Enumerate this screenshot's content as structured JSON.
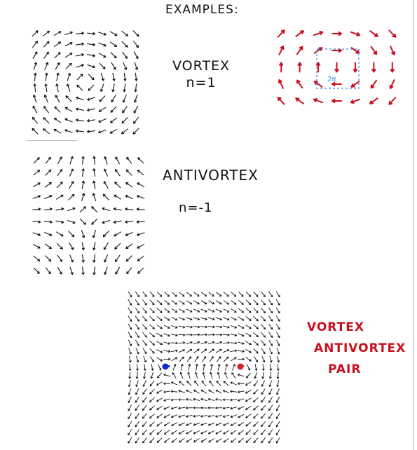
{
  "header": {
    "title": "EXAMPLES:"
  },
  "vortex": {
    "name": "VORTEX",
    "winding": "n=1"
  },
  "antivortex": {
    "name": "ANTIVORTEX",
    "winding": "n=-1"
  },
  "pair": {
    "line1": "VORTEX",
    "line2": "ANTIVORTEX",
    "line3": "PAIR"
  },
  "loop": {
    "label": "2π"
  },
  "colors": {
    "ink": "#111111",
    "red": "#c8101e",
    "loop_blue": "#3a86e8",
    "vortex_core": "#e11d2a",
    "antivortex_core": "#1428d8"
  },
  "fields": {
    "vortex_grid": {
      "type": "vortex",
      "cols": 10,
      "rows": 10
    },
    "antivortex_grid": {
      "type": "antivortex",
      "cols": 10,
      "rows": 10
    },
    "red_sketch": {
      "type": "vortex",
      "cols": 7,
      "rows": 5
    },
    "pair_field": {
      "type": "vortex-antivortex-pair",
      "cols": 21,
      "rows": 19
    }
  }
}
